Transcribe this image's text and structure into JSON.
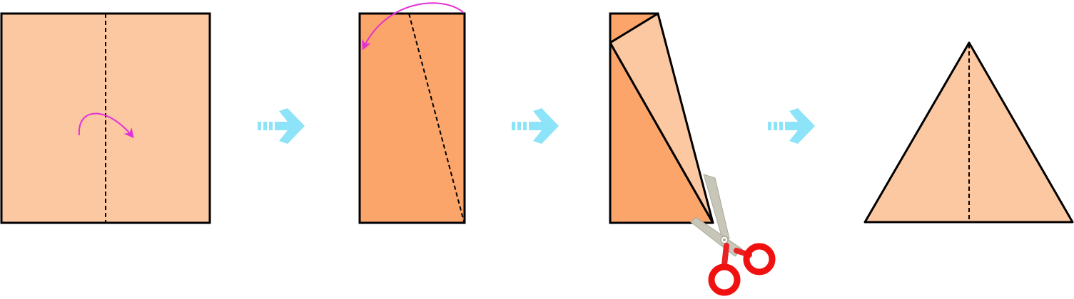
{
  "diagram": {
    "steps": [
      {
        "id": "step-1",
        "shape": "square",
        "action": "fold-in-half"
      },
      {
        "id": "step-2",
        "shape": "rectangle",
        "action": "fold-corner-diagonal"
      },
      {
        "id": "step-3",
        "shape": "folded-strip",
        "action": "cut"
      },
      {
        "id": "step-4",
        "shape": "triangle",
        "action": "unfold"
      }
    ],
    "connectors": [
      "arrow-right-icon",
      "arrow-right-icon",
      "arrow-right-icon"
    ],
    "icons": {
      "fold_arrow": "curved-arrow-icon",
      "next_step": "arrow-right-icon",
      "cut_tool": "scissors-icon"
    },
    "colors": {
      "paper_light": "#fcc8a2",
      "paper_dark": "#fba56b",
      "outline": "#000000",
      "fold_arrow": "#e52fd6",
      "step_arrow": "#8de3f7",
      "scissors_handle": "#f01010",
      "scissors_blade": "#c8c6b8"
    }
  }
}
